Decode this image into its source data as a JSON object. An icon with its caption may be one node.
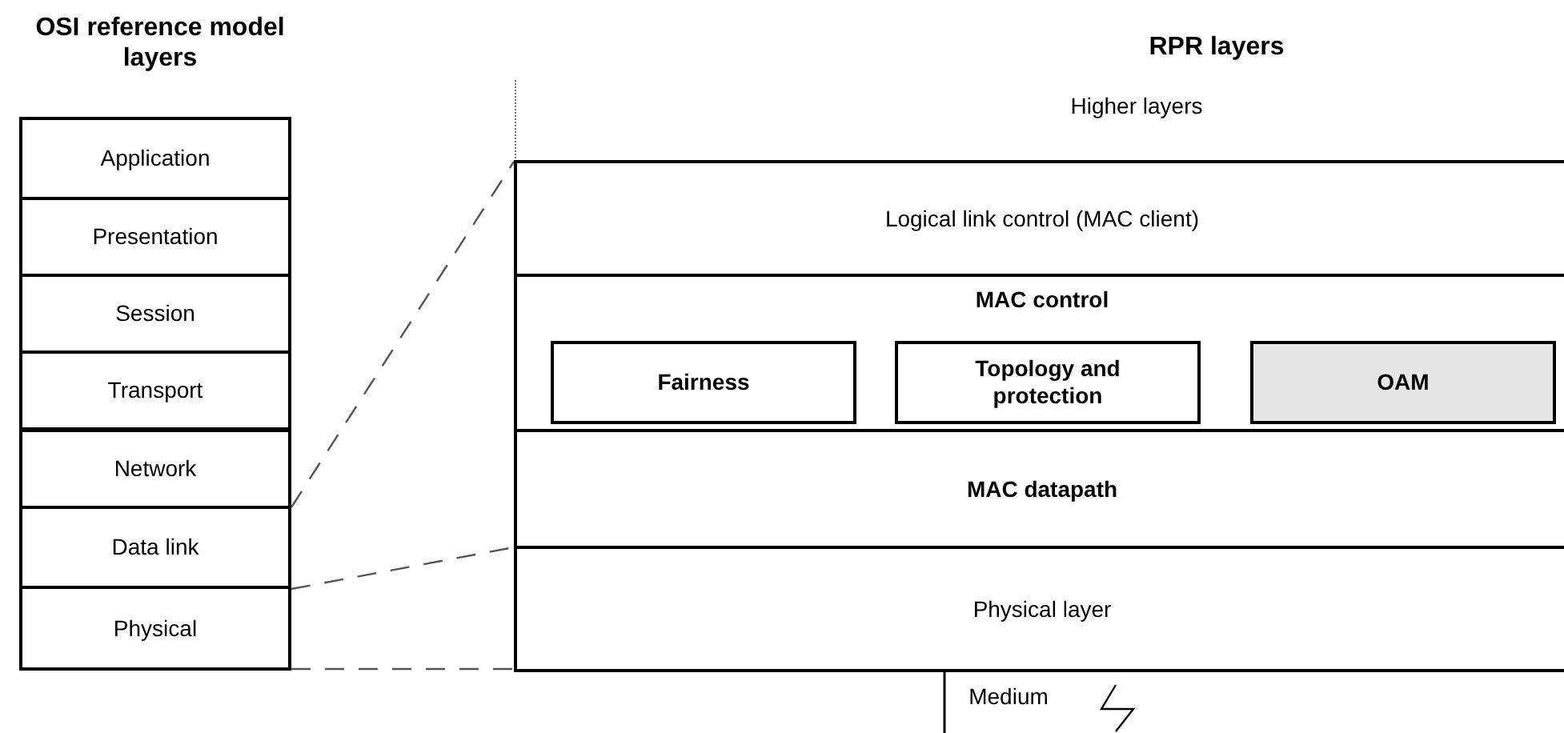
{
  "diagram": {
    "nodes": [
      {
        "text": [
          "Application"
        ]
      },
      {
        "text": [
          "Presentation"
        ]
      },
      {
        "text": [
          "Session"
        ]
      },
      {
        "text": [
          "Transport"
        ]
      },
      {
        "text": [
          "Network"
        ]
      },
      {
        "text": [
          "Data link"
        ]
      },
      {
        "text": [
          "Physical"
        ]
      },
      {
        "text": [
          "Logical link control (MAC client)"
        ]
      },
      {
        "text": [
          "MAC control"
        ]
      },
      {
        "text": [
          "Fairness"
        ],
        "in": 8
      },
      {
        "text": [
          "Topology and protection"
        ],
        "in": 8
      },
      {
        "text": [
          "OAM"
        ],
        "in": 8
      },
      {
        "text": [
          "MAC datapath"
        ]
      },
      {
        "text": [
          "Physical layer"
        ]
      }
    ],
    "edges": [
      {
        "from": 4,
        "to": 7,
        "arrow": "none",
        "style": "dashed"
      },
      {
        "from": 6,
        "to": 12,
        "arrow": "none",
        "style": "dashed"
      },
      {
        "from": 6,
        "to": 13,
        "arrow": "none",
        "style": "dashed"
      }
    ],
    "labels": [
      "OSI reference model layers",
      "RPR layers",
      "Higher layers",
      "Medium"
    ]
  }
}
